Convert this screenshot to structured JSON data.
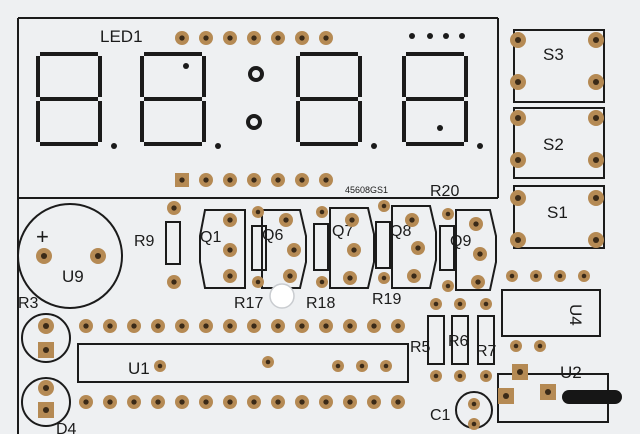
{
  "board": {
    "background": "#eef0f2",
    "silk_color": "#1b1b1b",
    "pad_color": "#b58a54",
    "drill_color": "#3a2a18"
  },
  "labels": {
    "led": "LED1",
    "part_code": "45608GS1",
    "s3": "S3",
    "s2": "S2",
    "s1": "S1",
    "r20": "R20",
    "r9": "R9",
    "q1": "Q1",
    "q6": "Q6",
    "q7": "Q7",
    "q8": "Q8",
    "q9": "Q9",
    "u9": "U9",
    "plus": "+",
    "r17": "R17",
    "r18": "R18",
    "r19": "R19",
    "u4": "U4",
    "r3": "R3",
    "u1": "U1",
    "r5": "R5",
    "r6": "R6",
    "r7": "R7",
    "u2": "U2",
    "c1": "C1",
    "d4": "D4"
  }
}
